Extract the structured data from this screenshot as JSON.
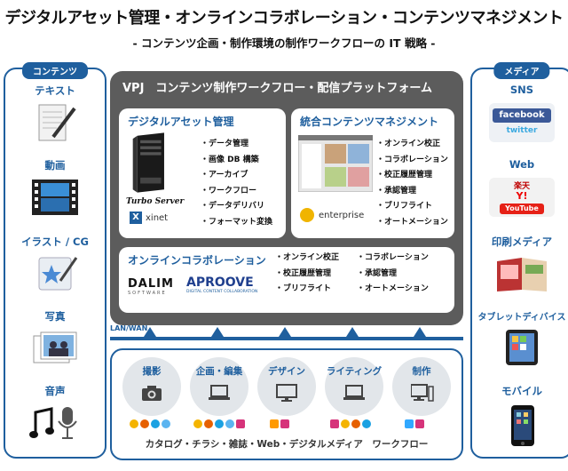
{
  "header": {
    "title": "デジタルアセット管理・オンラインコラボレーション・コンテンツマネジメント",
    "subtitle": "- コンテンツ企画・制作環境の制作ワークフローの IT 戦略 -"
  },
  "left": {
    "tab": "コンテンツ",
    "items": [
      "テキスト",
      "動画",
      "イラスト / CG",
      "写真",
      "音声"
    ]
  },
  "right": {
    "tab": "メディア",
    "items": [
      "SNS",
      "Web",
      "印刷メディア",
      "タブレットディバイス",
      "モバイル"
    ],
    "sns_logos": [
      "facebook",
      "twitter"
    ],
    "web_logos": [
      "楽天",
      "Y!",
      "YouTube"
    ]
  },
  "platform": {
    "title": "VPJ　コンテンツ制作ワークフロー・配信プラットフォーム",
    "dam": {
      "title": "デジタルアセット管理",
      "product": "Turbo Server",
      "brand": "xinet",
      "bullets": [
        "データ管理",
        "画像 DB 構築",
        "アーカイブ",
        "ワークフロー",
        "データデリバリ",
        "フォーマット変換"
      ]
    },
    "cms": {
      "title": "統合コンテンツマネジメント",
      "brand": "enterprise",
      "bullets": [
        "オンライン校正",
        "コラボレーション",
        "校正履歴管理",
        "承認管理",
        "ブリフライト",
        "オートメーション"
      ]
    },
    "collab": {
      "title": "オンラインコラボレーション",
      "logo1": "DALIM",
      "logo1_sub": "SOFTWARE",
      "logo2": "APROOVE",
      "logo2_sub": "DIGITAL CONTENT COLLABORATION",
      "bullets_col1": [
        "オンライン校正",
        "校正履歴管理",
        "ブリフライト"
      ],
      "bullets_col2": [
        "コラボレーション",
        "承認管理",
        "オートメーション"
      ]
    }
  },
  "network": {
    "label": "LAN/WAN"
  },
  "bottom": {
    "stations": [
      "撮影",
      "企画・編集",
      "デザイン",
      "ライティング",
      "制作"
    ],
    "caption": "カタログ・チラシ・雑誌・Web・デジタルメディア　ワークフロー"
  },
  "colors": {
    "accent": "#1f5f9e",
    "platform": "#5c5c5c"
  }
}
